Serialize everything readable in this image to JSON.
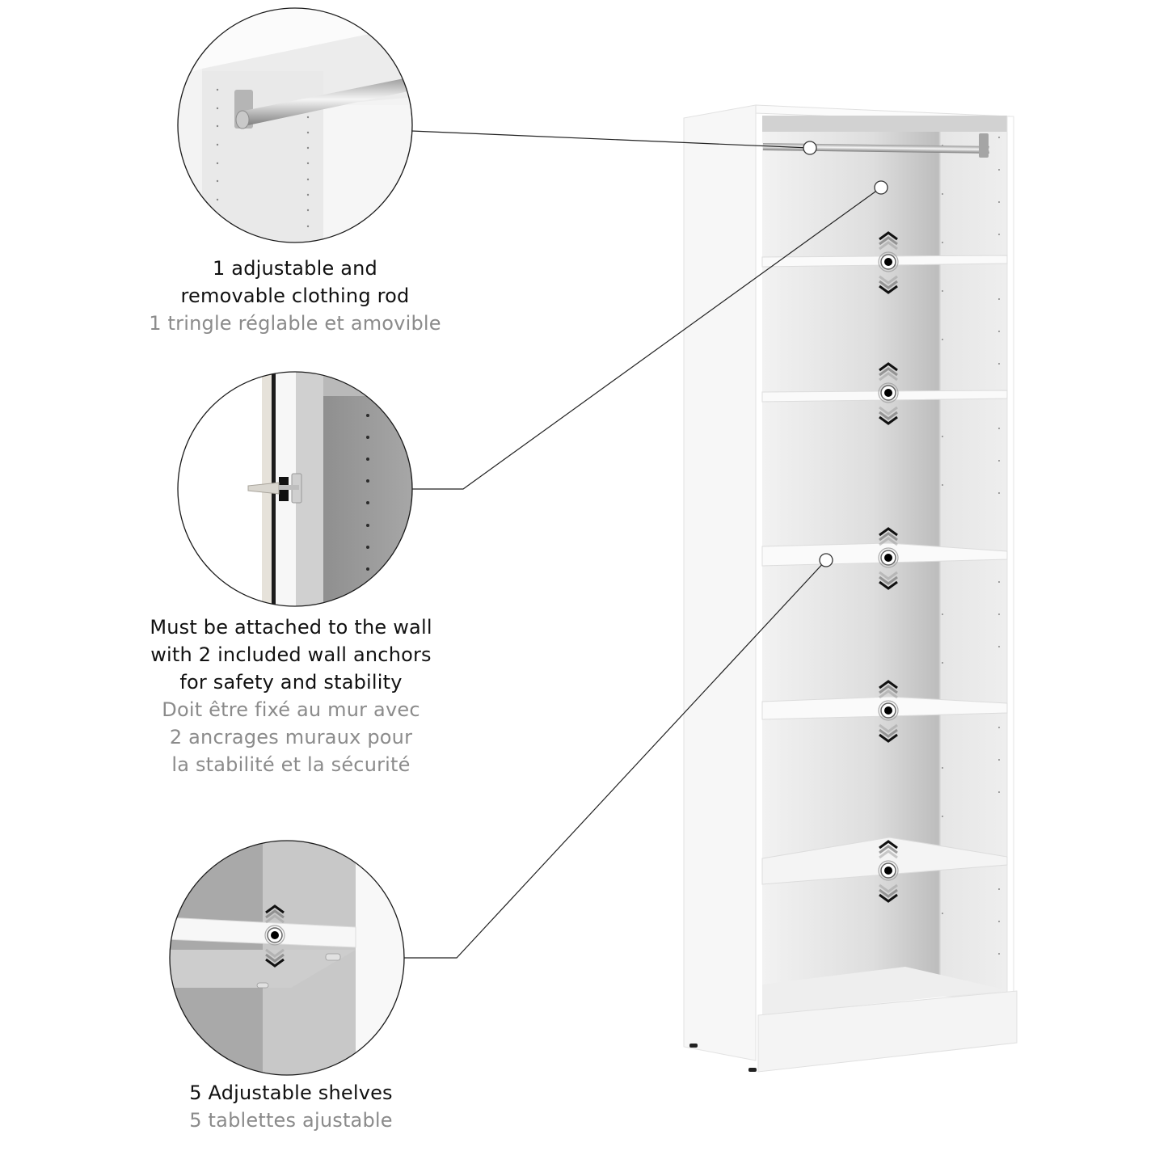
{
  "features": [
    {
      "id": "clothing-rod",
      "en": [
        "1 adjustable and",
        "removable clothing rod"
      ],
      "fr": [
        "1 tringle réglable et amovible"
      ]
    },
    {
      "id": "wall-anchors",
      "en": [
        "Must be attached to the wall",
        "with 2 included wall anchors",
        "for safety and stability"
      ],
      "fr": [
        "Doit être fixé au mur avec",
        "2 ancrages muraux pour",
        "la stabilité et la sécurité"
      ]
    },
    {
      "id": "adjustable-shelves",
      "en": [
        "5 Adjustable shelves"
      ],
      "fr": [
        "5 tablettes ajustable"
      ]
    }
  ],
  "colors": {
    "english_text": "#111111",
    "french_text": "#8b8b8b",
    "cabinet_white": "#ffffff",
    "interior_grey": "#d9d9d9",
    "leader_line": "#222222"
  },
  "product": {
    "type": "white open storage tower with clothing rod",
    "shelf_count": 5,
    "rod_count": 1
  }
}
